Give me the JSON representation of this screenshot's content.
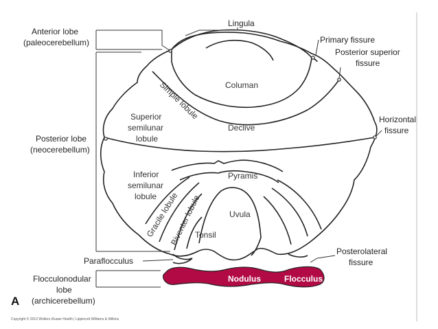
{
  "colors": {
    "lobe_fill": "#f1bdc0",
    "culmen_fill": "#d77581",
    "nodulus_fill": "#b10a44",
    "outline": "#222222"
  },
  "panel_letter": "A",
  "copyright": "Copyright © 2013 Wolters Kluwer Health | Lippincott Williams & Wilkins",
  "labels": {
    "lingula": "Lingula",
    "anterior_lobe": [
      "Anterior lobe",
      "(paleocerebellum)"
    ],
    "primary_fissure": "Primary fissure",
    "posterior_superior_fissure": [
      "Posterior superior",
      "fissure"
    ],
    "posterior_lobe": [
      "Posterior lobe",
      "(neocerebellum)"
    ],
    "horizontal_fissure": [
      "Horizontal",
      "fissure"
    ],
    "paraflocculus": "Paraflocculus",
    "posterolateral_fissure": [
      "Posterolateral",
      "fissure"
    ],
    "flocculonodular_lobe": [
      "Flocculonodular",
      "lobe",
      "(archicerebellum)"
    ]
  },
  "regions": {
    "culmen": "Columan",
    "simple_lobule": "Simple lobule",
    "declive": "Declive",
    "superior_semilunar": [
      "Superior",
      "semilunar",
      "lobule"
    ],
    "inferior_semilunar": [
      "Inferior",
      "semilunar",
      "lobule"
    ],
    "pyramis": "Pyramis",
    "uvula": "Uvula",
    "gracile_lobule": "Gracile lobule",
    "biventer_lobule": "Biventer lobule",
    "tonsil": "Tonsil",
    "nodulus": "Nodulus",
    "flocculus": "Flocculus"
  }
}
